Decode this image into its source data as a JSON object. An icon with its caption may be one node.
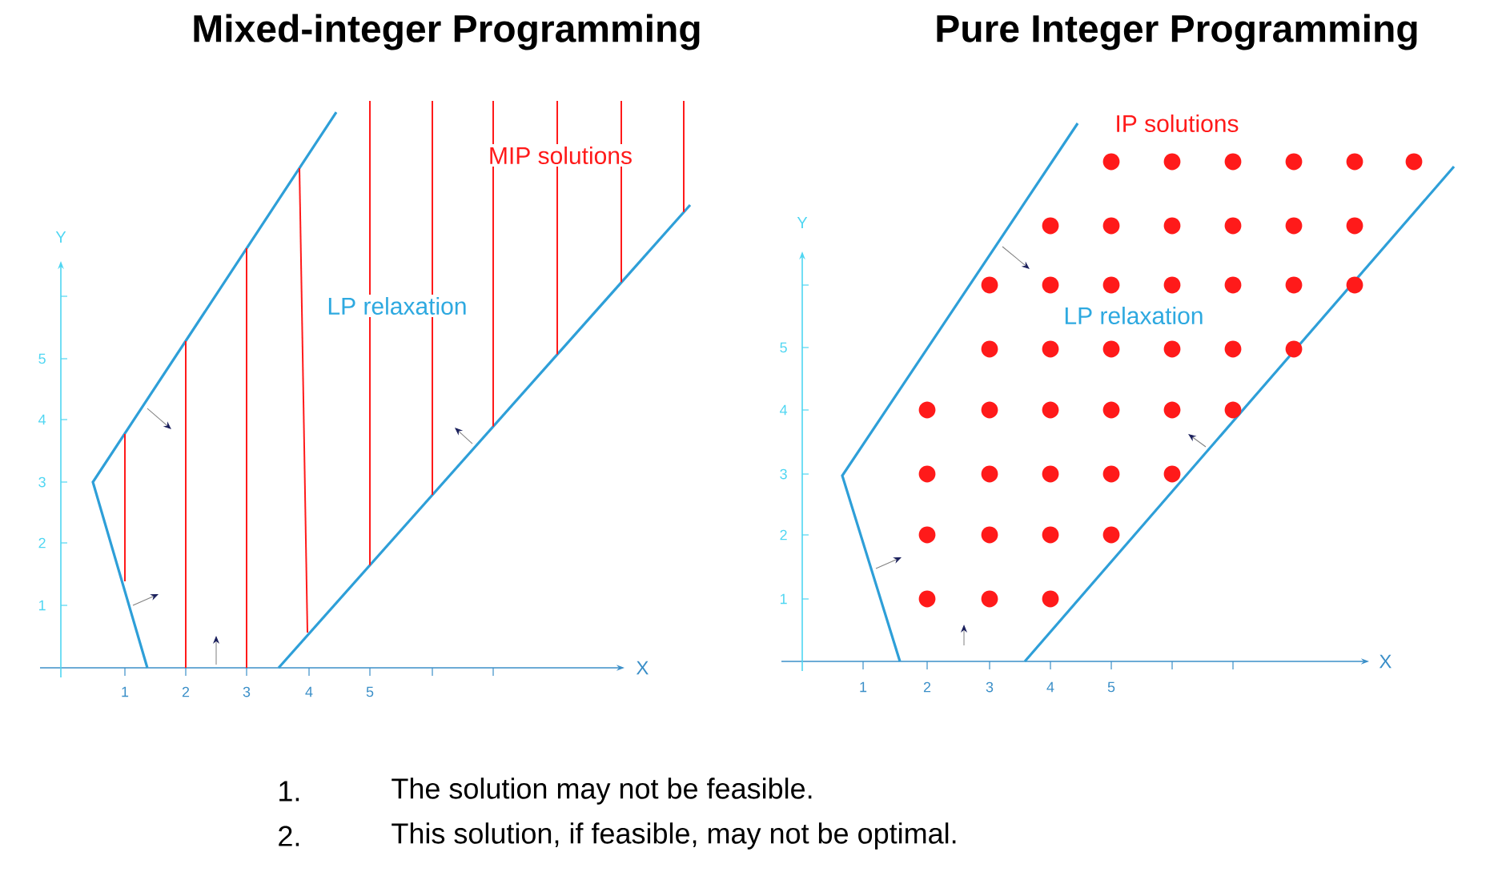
{
  "diagram": {
    "labels": [
      "Mixed-integer Programming",
      "Pure Integer Programming",
      "MIP solutions",
      "Y",
      "LP relaxation",
      "5",
      "4",
      "3",
      "2",
      "1",
      "X",
      "1",
      "2",
      "3",
      "4",
      "5",
      "IP solutions",
      "Y",
      "LP relaxation",
      "5",
      "4",
      "3",
      "2",
      "1",
      "X",
      "1",
      "2",
      "3",
      "4",
      "5",
      "1.",
      "The solution may not be feasible.",
      "2.",
      "This solution, if feasible, may not be optimal."
    ]
  }
}
